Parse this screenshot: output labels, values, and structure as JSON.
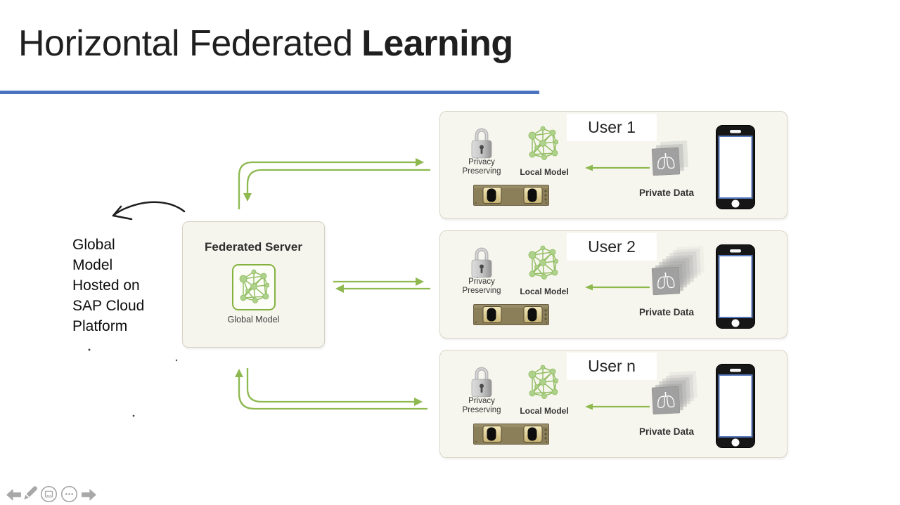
{
  "title": {
    "normal": "Horizontal Federated",
    "bold": "Learning"
  },
  "left_note": "Global\nModel\nHosted on\nSAP Cloud\nPlatform",
  "server": {
    "title": "Federated Server",
    "model_label": "Global Model"
  },
  "users": [
    {
      "label": "User 1",
      "privacy": "Privacy\nPreserving",
      "model": "Local Model",
      "data": "Private Data"
    },
    {
      "label": "User 2",
      "privacy": "Privacy\nPreserving",
      "model": "Local Model",
      "data": "Private Data"
    },
    {
      "label": "User n",
      "privacy": "Privacy\nPreserving",
      "model": "Local Model",
      "data": "Private Data"
    }
  ],
  "colors": {
    "accent_blue": "#4A72BF",
    "arrow_green": "#8DB94F",
    "box_background": "#F7F6EE",
    "box_border": "#D9D6C7",
    "ink_annotation": "#1D1D1D",
    "toolbar_gray": "#A8A8A8"
  },
  "toolbar": {
    "icons": [
      "previous-slide",
      "pen-tool",
      "see-all-slides",
      "more-options",
      "next-slide"
    ]
  }
}
